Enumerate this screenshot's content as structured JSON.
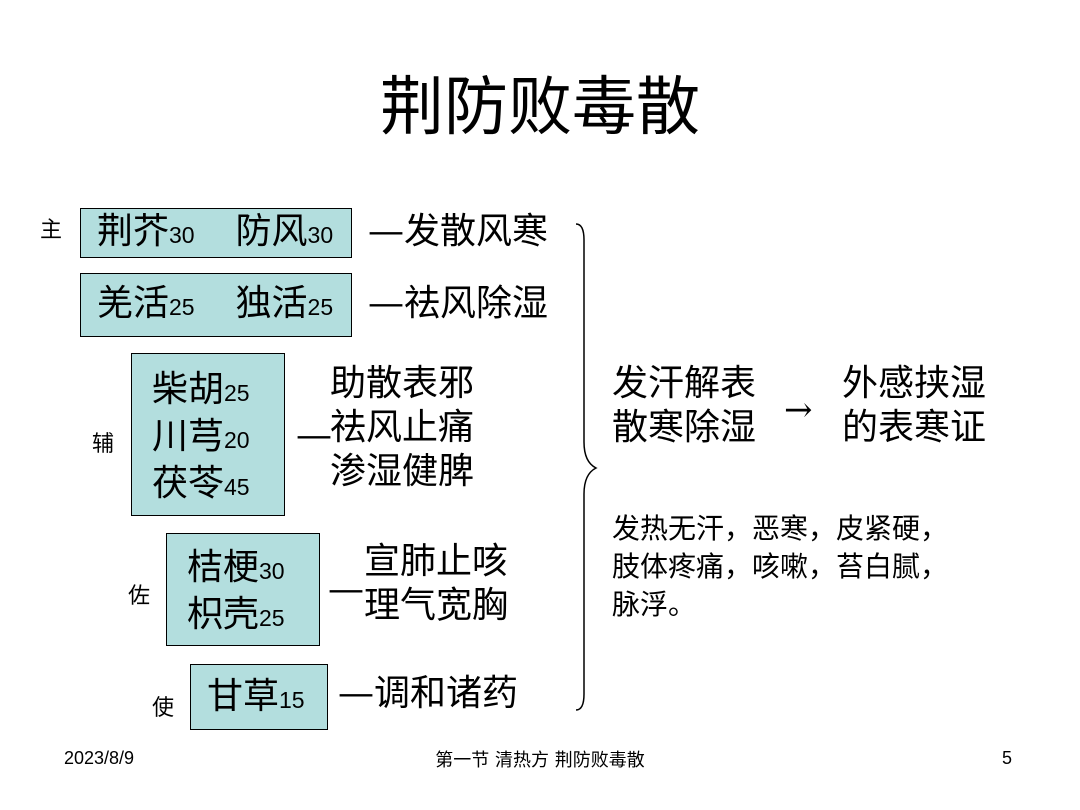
{
  "slide": {
    "title": "荆防败毒散",
    "roles": {
      "jun": "主",
      "fu": "辅",
      "zuo": "佐",
      "shi": "使"
    },
    "rows": [
      {
        "herbs": [
          {
            "name": "荆芥",
            "dose": "30"
          },
          {
            "name": "防风",
            "dose": "30"
          }
        ],
        "dash": "—",
        "functions": [
          "发散风寒"
        ]
      },
      {
        "herbs": [
          {
            "name": "羌活",
            "dose": "25"
          },
          {
            "name": "独活",
            "dose": "25"
          }
        ],
        "dash": "—",
        "functions": [
          "祛风除湿"
        ]
      },
      {
        "herbs": [
          {
            "name": "柴胡",
            "dose": "25"
          },
          {
            "name": "川芎",
            "dose": "20"
          },
          {
            "name": "茯苓",
            "dose": "45"
          }
        ],
        "dash": "—",
        "functions": [
          "助散表邪",
          "祛风止痛",
          "渗湿健脾"
        ]
      },
      {
        "herbs": [
          {
            "name": "桔梗",
            "dose": "30"
          },
          {
            "name": "枳壳",
            "dose": "25"
          }
        ],
        "dash": "—",
        "functions": [
          "宣肺止咳",
          "理气宽胸"
        ]
      },
      {
        "herbs": [
          {
            "name": "甘草",
            "dose": "15"
          }
        ],
        "dash": "—",
        "functions": [
          "调和诸药"
        ]
      }
    ],
    "effect": [
      "发汗解表",
      "散寒除湿"
    ],
    "arrow": "→",
    "indication": [
      "外感挟湿",
      "的表寒证"
    ],
    "symptoms": [
      "发热无汗，恶寒，皮紧硬，",
      "肢体疼痛，咳嗽，苔白腻，",
      "脉浮。"
    ]
  },
  "footer": {
    "date": "2023/8/9",
    "center": "第一节 清热方 荆防败毒散",
    "page": "5"
  }
}
